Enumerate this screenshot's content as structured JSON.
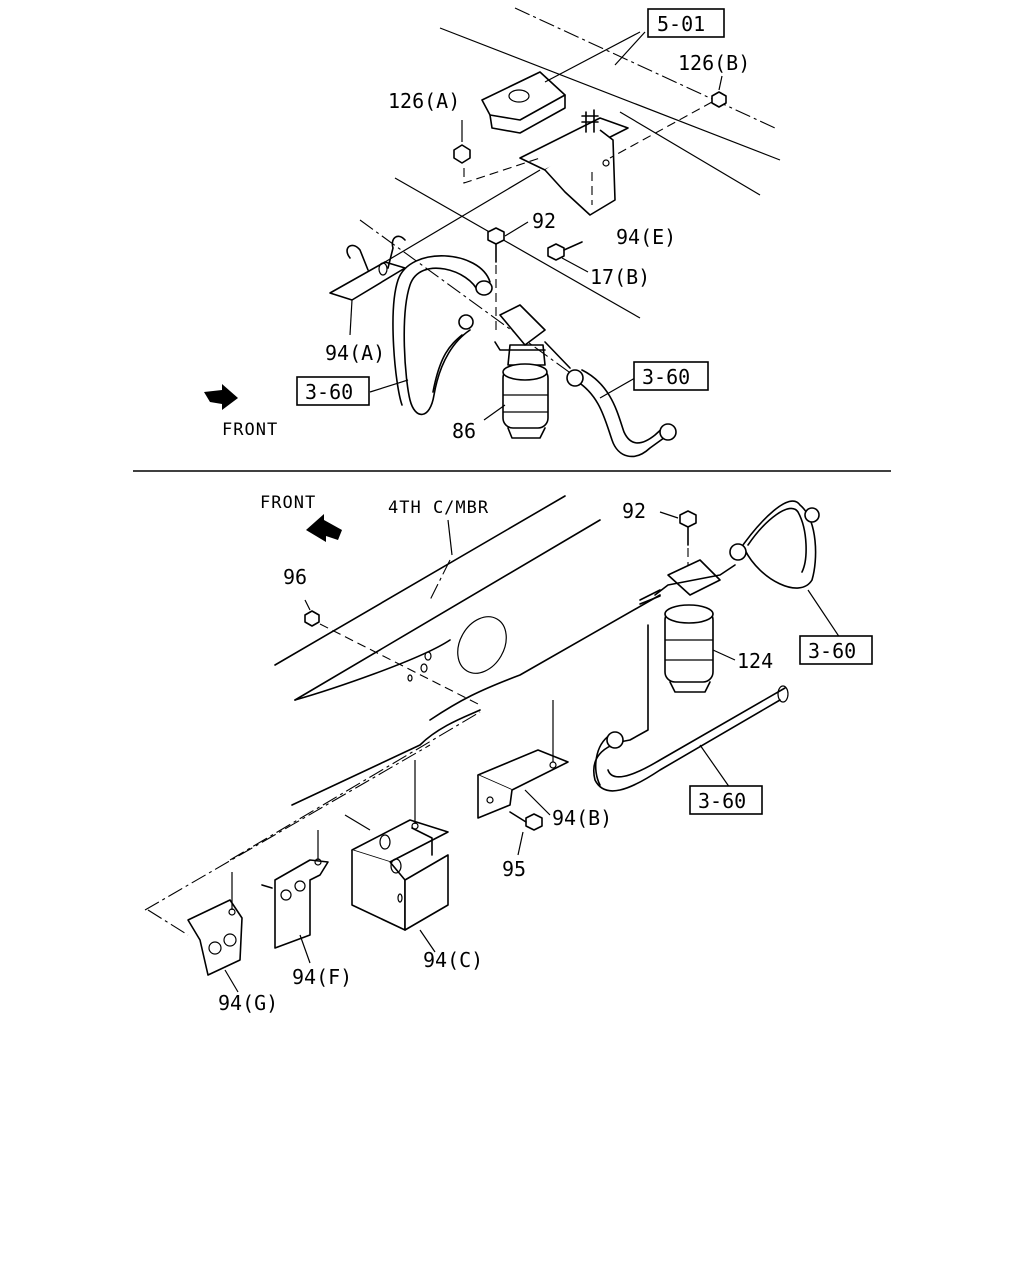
{
  "top_view": {
    "callouts": {
      "c_501": "5-01",
      "c_126a": "126(A)",
      "c_126b": "126(B)",
      "c_92": "92",
      "c_94e": "94(E)",
      "c_17b": "17(B)",
      "c_94a": "94(A)",
      "c_360_left": "3-60",
      "c_360_right": "3-60",
      "c_86": "86"
    },
    "front_label": "FRONT"
  },
  "bottom_view": {
    "front_label": "FRONT",
    "member_label": "4TH C/MBR",
    "callouts": {
      "c_92": "92",
      "c_96": "96",
      "c_124": "124",
      "c_360_upper": "3-60",
      "c_360_lower": "3-60",
      "c_94b": "94(B)",
      "c_95": "95",
      "c_94c": "94(C)",
      "c_94f": "94(F)",
      "c_94g": "94(G)"
    }
  }
}
